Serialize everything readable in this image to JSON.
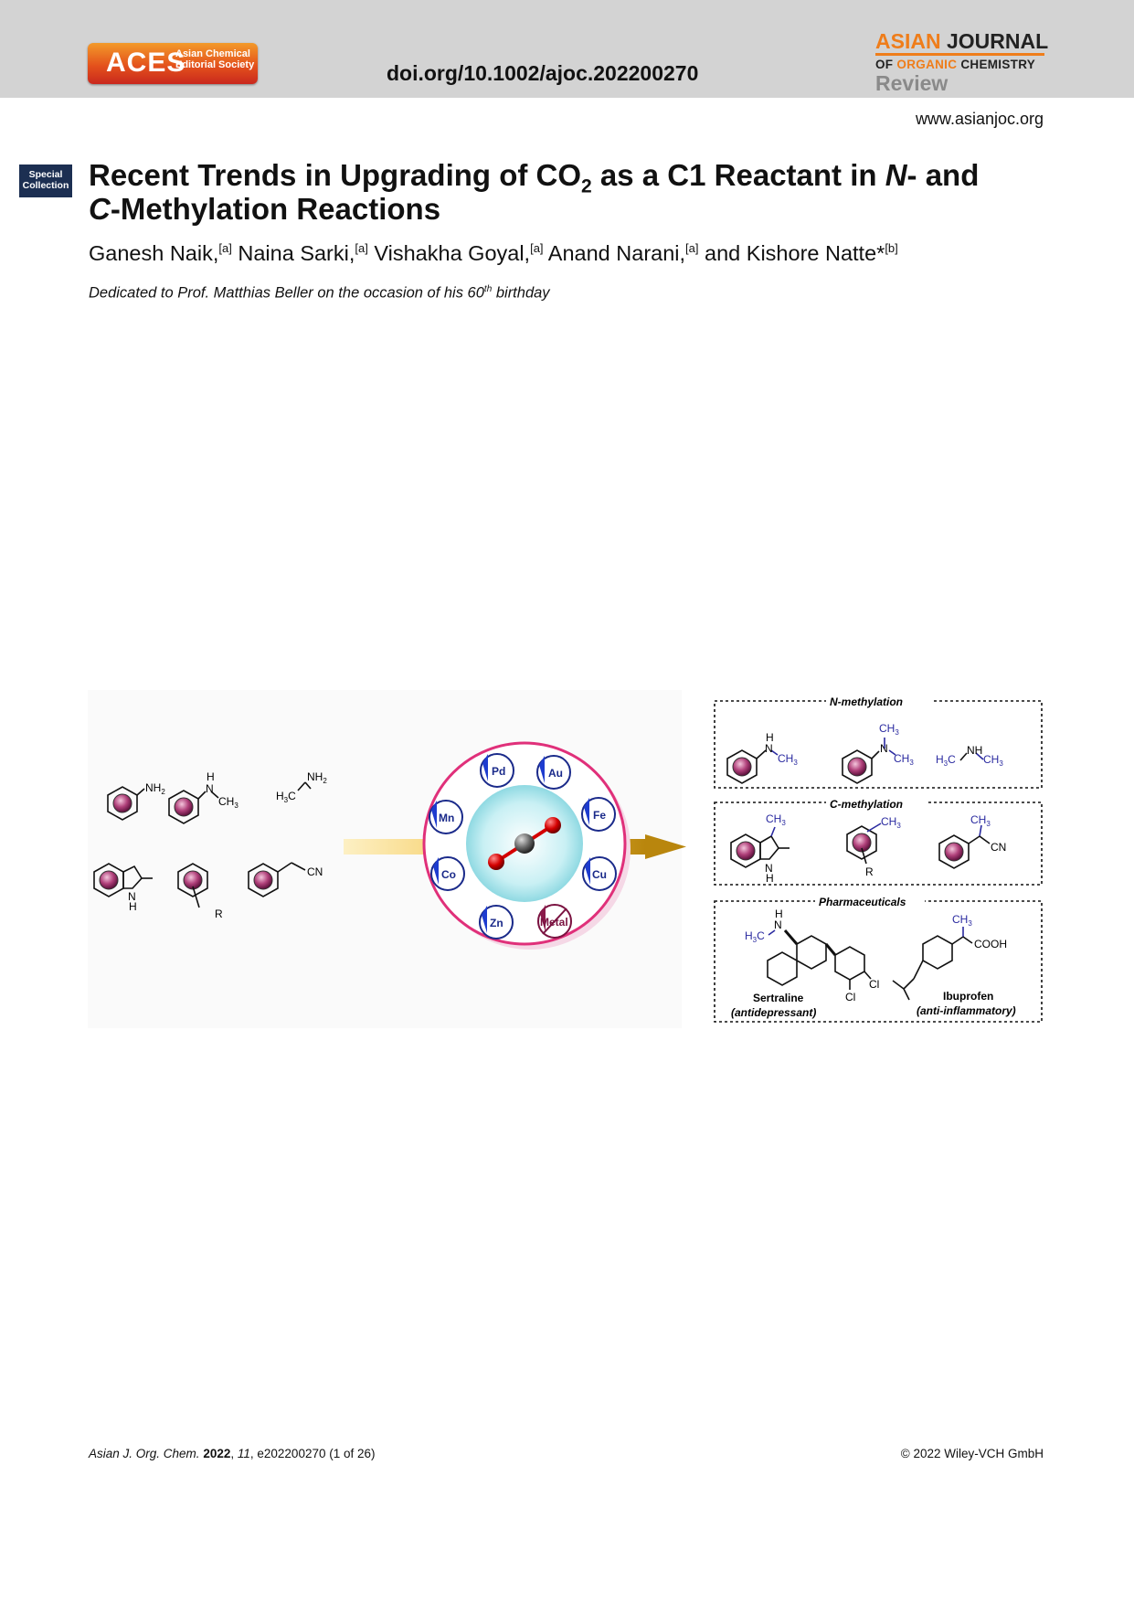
{
  "header": {
    "aces_logo": {
      "main": "ACES",
      "line1": "Asian Chemical",
      "line2": "Editorial Society"
    },
    "doi": "doi.org/10.1002/ajoc.202200270",
    "journal_logo": {
      "asian": "ASIAN",
      "journal": "JOURNAL",
      "of": "OF",
      "organic": "ORGANIC",
      "chemistry": "CHEMISTRY",
      "section": "Review"
    },
    "website": "www.asianjoc.org"
  },
  "badge": {
    "line1": "Special",
    "line2": "Collection"
  },
  "article": {
    "title_part1": "Recent Trends in Upgrading of CO",
    "title_sub": "2",
    "title_part2": " as a C1 Reactant in ",
    "title_n": "N",
    "title_part3": "- and",
    "title_c": "C",
    "title_part4": "-Methylation Reactions",
    "authors": [
      {
        "name": "Ganesh Naik,",
        "aff": "[a]"
      },
      {
        "name": " Naina Sarki,",
        "aff": "[a]"
      },
      {
        "name": " Vishakha Goyal,",
        "aff": "[a]"
      },
      {
        "name": " Anand Narani,",
        "aff": "[a]"
      },
      {
        "name": " and Kishore Natte*",
        "aff": "[b]"
      }
    ],
    "dedication_part1": "Dedicated to Prof. Matthias Beller on the occasion of his 60",
    "dedication_sup": "th",
    "dedication_part2": " birthday"
  },
  "figure": {
    "left_labels": {
      "nh2": "NH",
      "nh2_sub": "2",
      "h": "H",
      "n": "N",
      "ch3": "CH",
      "ch3_sub": "3",
      "h3c": "H",
      "h3c_sub": "3",
      "c": "C",
      "cn": "CN",
      "r": "R"
    },
    "metals": [
      "Pd",
      "Au",
      "Mn",
      "Fe",
      "Co",
      "Cu",
      "Zn",
      "Metal"
    ],
    "n_methylation": "N-methylation",
    "c_methylation": "C-methylation",
    "pharmaceuticals": "Pharmaceuticals",
    "sertraline": "Sertraline",
    "sertraline_use": "(antidepressant)",
    "ibuprofen": "Ibuprofen",
    "ibuprofen_use": "(anti-inflammatory)",
    "cooh": "COOH",
    "cl": "Cl",
    "nh": "NH"
  },
  "footer": {
    "journal": "Asian J. Org. Chem.",
    "year": "2022",
    "volume": "11",
    "article": ", e202200270 (1 of 26)",
    "copyright": "© 2022 Wiley-VCH GmbH"
  }
}
